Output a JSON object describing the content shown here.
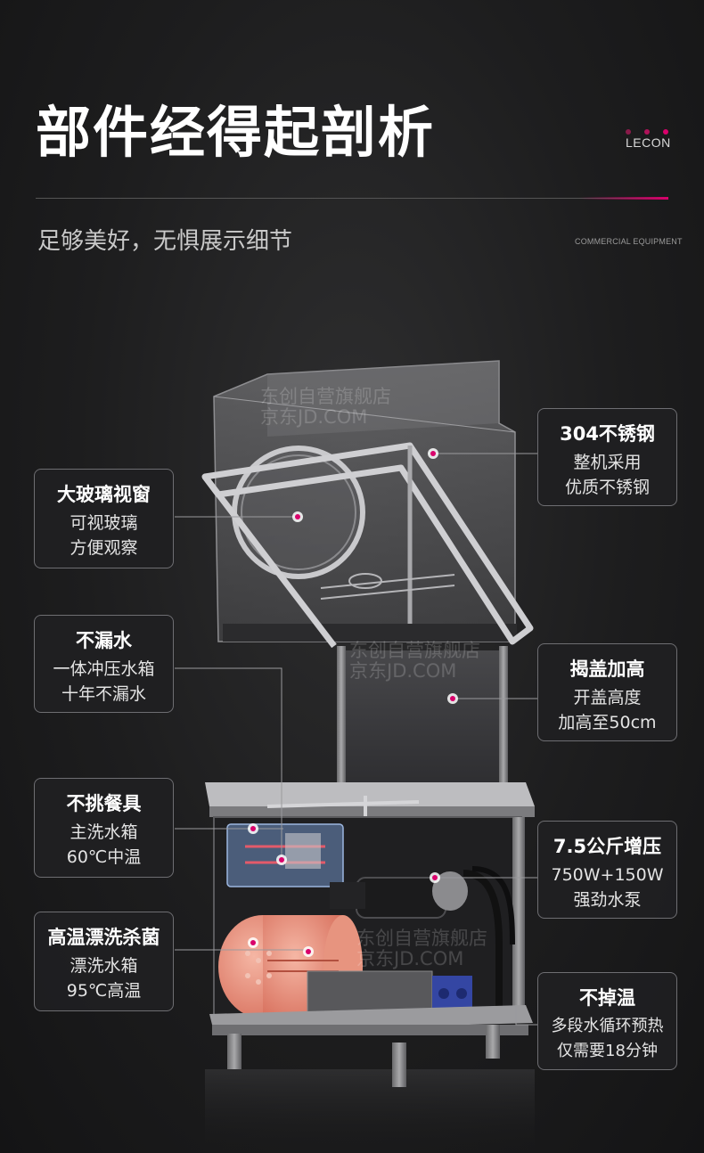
{
  "header": {
    "title": "部件经得起剖析",
    "subtitle": "足够美好，无惧展示细节",
    "brand": "LECON",
    "brand_tagline": "COMMERCIAL EQUIPMENT"
  },
  "colors": {
    "accent": "#d9006b",
    "dot_dim": "#8a1a4a",
    "card_border": "#6e6e72"
  },
  "watermark": {
    "line1": "东创自营旗舰店",
    "line2": "京东JD.COM"
  },
  "features": {
    "window": {
      "title": "大玻璃视窗",
      "lines": [
        "可视玻璃",
        "方便观察"
      ]
    },
    "no_leak": {
      "title": "不漏水",
      "lines": [
        "一体冲压水箱",
        "十年不漏水"
      ]
    },
    "dishes": {
      "title": "不挑餐具",
      "lines": [
        "主洗水箱",
        "60℃中温"
      ]
    },
    "rinse": {
      "title": "高温漂洗杀菌",
      "lines": [
        "漂洗水箱",
        "95℃高温"
      ]
    },
    "steel": {
      "title": "304不锈钢",
      "lines": [
        "整机采用",
        "优质不锈钢"
      ]
    },
    "lid": {
      "title": "揭盖加高",
      "lines": [
        "开盖高度",
        "加高至50cm"
      ]
    },
    "pump": {
      "title": "7.5公斤增压",
      "lines": [
        "750W+150W",
        "强劲水泵"
      ]
    },
    "heat": {
      "title": "不掉温",
      "lines": [
        "多段水循环预热",
        "仅需要18分钟"
      ]
    }
  }
}
